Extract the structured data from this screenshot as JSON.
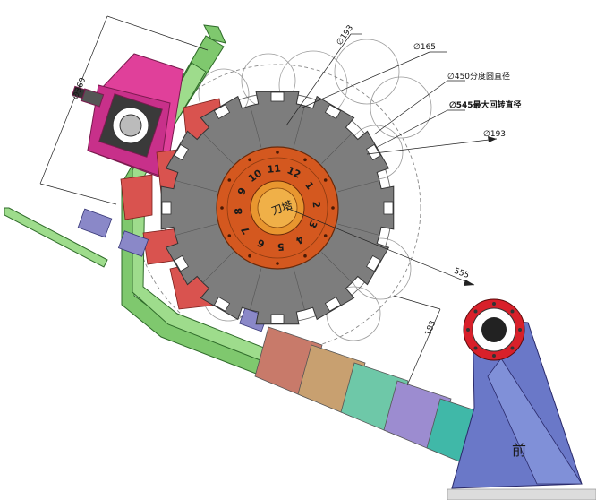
{
  "dimensions": {
    "d193_top": "∅193",
    "d165": "∅165",
    "d450": "∅450分度圆直径",
    "d545": "∅545最大回转直径",
    "d193_right": "∅193",
    "d360": "∅360",
    "len555": "555",
    "len183": "183"
  },
  "turret": {
    "positions": [
      "1",
      "2",
      "3",
      "4",
      "5",
      "6",
      "7",
      "8",
      "9",
      "10",
      "11",
      "12"
    ],
    "center_label": "刀塔"
  },
  "tailstock": {
    "label": "前"
  },
  "colors": {
    "turret_disc": "#7d7d7d",
    "center_hub": "#d4581f",
    "spindle_housing": "#e0409a",
    "slide_rail": "#7fc86e",
    "tool_holder": "#d9534f",
    "tailstock_body": "#6a78c8",
    "tailstock_bearing": "#d8202a",
    "clamp_blocks": "#8a88c8"
  },
  "tool_blocks_colors": [
    "#c87a6a",
    "#c8a070",
    "#6ec8a8",
    "#9c8cd0",
    "#40b8a8"
  ]
}
